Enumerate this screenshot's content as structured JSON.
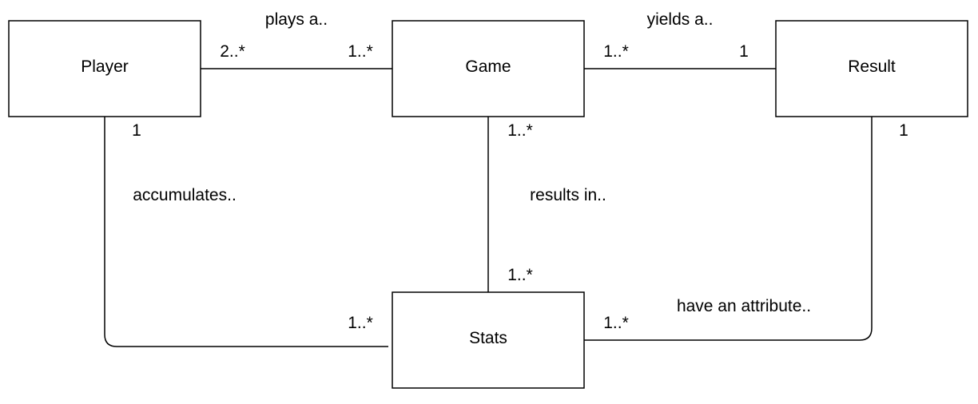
{
  "entities": {
    "player": "Player",
    "game": "Game",
    "result": "Result",
    "stats": "Stats"
  },
  "relations": {
    "player_game": {
      "label": "plays a..",
      "player_mult": "2..*",
      "game_mult": "1..*"
    },
    "game_result": {
      "label": "yields a..",
      "game_mult": "1..*",
      "result_mult": "1"
    },
    "player_stats": {
      "label": "accumulates..",
      "player_mult": "1",
      "stats_mult": "1..*"
    },
    "game_stats": {
      "label": "results in..",
      "game_mult": "1..*",
      "stats_mult": "1..*"
    },
    "result_stats": {
      "label": "have an attribute..",
      "result_mult": "1",
      "stats_mult": "1..*"
    }
  }
}
